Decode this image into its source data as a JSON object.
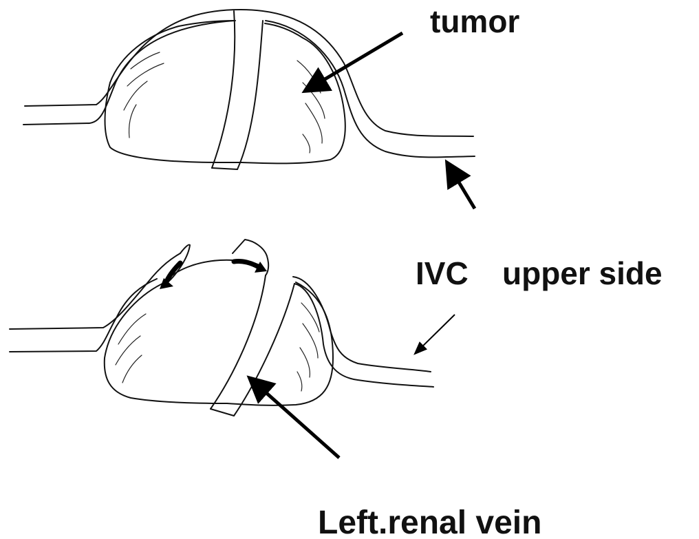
{
  "labels": {
    "tumor": "tumor",
    "ivc": "IVC",
    "upper_side": "upper side",
    "left_renal_vein": "Left.renal vein"
  },
  "colors": {
    "ink": "#111111",
    "background": "#ffffff"
  }
}
